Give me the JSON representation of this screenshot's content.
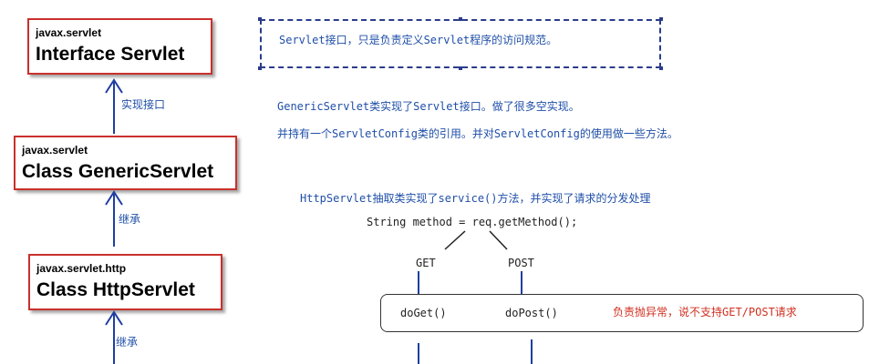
{
  "classes": {
    "interface": {
      "package": "javax.servlet",
      "name": "Interface Servlet"
    },
    "generic": {
      "package": "javax.servlet",
      "name": "Class GenericServlet"
    },
    "http": {
      "package": "javax.servlet.http",
      "name": "Class HttpServlet"
    }
  },
  "relations": {
    "implements": "实现接口",
    "extends_1": "继承",
    "extends_2": "继承"
  },
  "notes": {
    "servlet_interface": "Servlet接口，只是负责定义Servlet程序的访问规范。",
    "generic_line1": "GenericServlet类实现了Servlet接口。做了很多空实现。",
    "generic_line2": "并持有一个ServletConfig类的引用。并对ServletConfig的使用做一些方法。",
    "http_desc": "HttpServlet抽取类实现了service()方法，并实现了请求的分发处理",
    "code_line": "String method = req.getMethod();"
  },
  "dispatch": {
    "get_label": "GET",
    "post_label": "POST",
    "do_get": "doGet()",
    "do_post": "doPost()",
    "error_note": "负责抛异常，说不支持GET/POST请求"
  },
  "colors": {
    "box_border": "#c9302c",
    "arrow": "#1f3fa0",
    "note_text": "#1f4fa8",
    "error_text": "#d03020"
  }
}
